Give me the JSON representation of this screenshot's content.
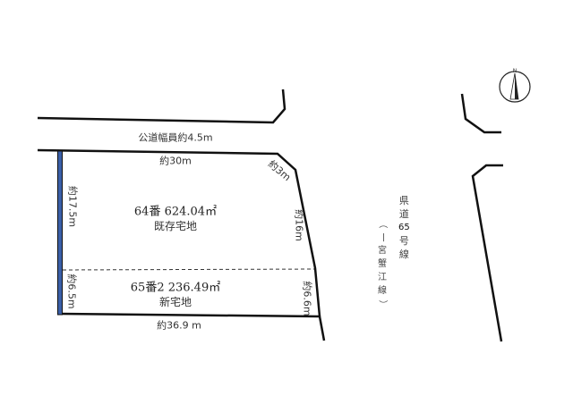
{
  "road_width_label": "公道幅員約4.5m",
  "dims": {
    "top": "約30m",
    "corner": "約3m",
    "left_upper": "約17.5m",
    "right_upper": "約16m",
    "left_lower": "約6.5m",
    "right_lower": "約6.6m",
    "bottom": "約36.9 m"
  },
  "lot_64": {
    "number_area": "64番  624.04㎡",
    "type": "既存宅地"
  },
  "lot_65": {
    "number_area": "65番2  236.49㎡",
    "type": "新宅地"
  },
  "prefectural_road": {
    "name_chars": [
      "県",
      "道",
      "65",
      "号",
      "線"
    ],
    "alias_chars": [
      "（",
      "一",
      "宮",
      "蟹",
      "江",
      "線",
      "）"
    ]
  },
  "compass": {
    "label": "N"
  },
  "colors": {
    "line": "#111111",
    "boundary_accent": "#3a5fa8",
    "dashed": "#333333"
  }
}
